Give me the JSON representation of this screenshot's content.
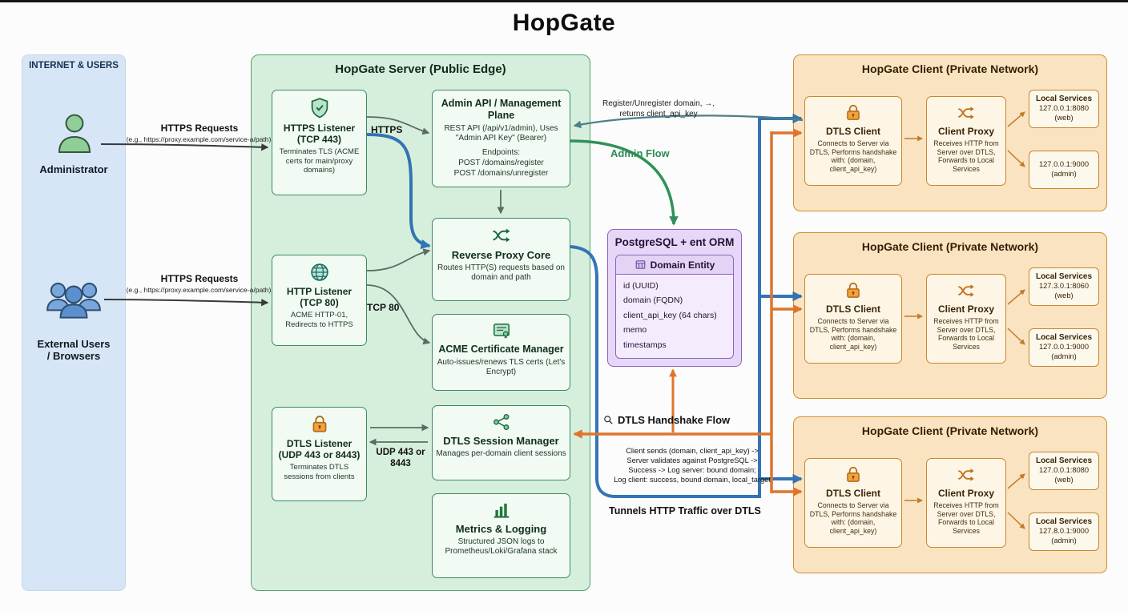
{
  "title": "HopGate",
  "colors": {
    "internet_bg": "#d7e6f7",
    "server_bg": "#d6efdc",
    "server_border": "#53a06e",
    "client_bg": "#fae3c0",
    "client_border": "#cf8f33",
    "postgres_bg": "#e7d7f6",
    "postgres_border": "#8a63c0",
    "blue_flow": "#2a6db2",
    "green_flow": "#2e9158",
    "orange_flow": "#df752c",
    "gray_flow": "#5d6b61"
  },
  "internet": {
    "title": "INTERNET & USERS",
    "administrator_icon": "person-icon",
    "administrator_label": "Administrator",
    "external_users_icon": "user-group-icon",
    "external_users_label": "External Users\n/ Browsers"
  },
  "server": {
    "title": "HopGate Server (Public Edge)",
    "https_listener": {
      "icon": "shield-icon",
      "title": "HTTPS Listener (TCP 443)",
      "desc": "Terminates TLS (ACME certs for main/proxy domains)"
    },
    "http_listener": {
      "icon": "globe-icon",
      "title": "HTTP Listener (TCP 80)",
      "desc": "ACME HTTP-01, Redirects to HTTPS"
    },
    "dtls_listener": {
      "icon": "lock-icon",
      "title": "DTLS Listener (UDP 443 or 8443)",
      "desc": "Terminates DTLS sessions from clients"
    },
    "admin_api": {
      "title": "Admin API / Management Plane",
      "desc": "REST API (/api/v1/admin), Uses \"Admin API Key\" (Bearer)",
      "endpoints_label": "Endpoints:",
      "endpoints": [
        "POST /domains/register",
        "POST /domains/unregister"
      ]
    },
    "reverse_proxy": {
      "icon": "shuffle-icon",
      "title": "Reverse Proxy Core",
      "desc": "Routes HTTP(S) requests based on domain and path"
    },
    "acme_manager": {
      "icon": "certificate-icon",
      "title": "ACME Certificate Manager",
      "desc": "Auto-issues/renews TLS certs (Let's Encrypt)"
    },
    "dtls_session_manager": {
      "icon": "share-nodes-icon",
      "title": "DTLS Session Manager",
      "desc": "Manages per-domain client sessions"
    },
    "metrics": {
      "icon": "bar-chart-icon",
      "title": "Metrics & Logging",
      "desc": "Structured JSON logs to Prometheus/Loki/Grafana stack"
    }
  },
  "postgres": {
    "title": "PostgreSQL + ent ORM",
    "entity_icon": "table-icon",
    "entity_title": "Domain Entity",
    "fields": [
      "id (UUID)",
      "domain (FQDN)",
      "client_api_key (64 chars)",
      "memo",
      "timestamps"
    ]
  },
  "clients": [
    {
      "title": "HopGate Client (Private Network)",
      "dtls_client": {
        "icon": "lock-icon",
        "title": "DTLS Client",
        "desc": "Connects to Server via DTLS, Performs handshake with: (domain, client_api_key)"
      },
      "client_proxy": {
        "icon": "shuffle-icon",
        "title": "Client Proxy",
        "desc": "Receives HTTP from Server over DTLS, Forwards to Local Services"
      },
      "services": [
        {
          "title": "Local Services",
          "addr": "127.0.0.1:8080",
          "kind": "(web)"
        },
        {
          "title": "",
          "addr": "127.0.0.1:9000",
          "kind": "(admin)"
        }
      ]
    },
    {
      "title": "HopGate Client (Private Network)",
      "dtls_client": {
        "icon": "lock-icon",
        "title": "DTLS Client",
        "desc": "Connects to Server via DTLS, Performs handshake with: (domain, client_api_key)"
      },
      "client_proxy": {
        "icon": "shuffle-icon",
        "title": "Client Proxy",
        "desc": "Receives HTTP from Server over DTLS, Forwards to Local Services"
      },
      "services": [
        {
          "title": "Local Services",
          "addr": "127.3.0.1:8060",
          "kind": "(web)"
        },
        {
          "title": "Local Services",
          "addr": "127.0.0.1:9000",
          "kind": "(admin)"
        }
      ]
    },
    {
      "title": "HopGate Client (Private Network)",
      "dtls_client": {
        "icon": "lock-icon",
        "title": "DTLS Client",
        "desc": "Connects to Server via DTLS, Performs handshake with: (domain, client_api_key)"
      },
      "client_proxy": {
        "icon": "shuffle-icon",
        "title": "Client Proxy",
        "desc": "Receives HTTP from Server over DTLS, Forwards to Local Services"
      },
      "services": [
        {
          "title": "Local Services",
          "addr": "127.0.0.1:8080",
          "kind": "(web)"
        },
        {
          "title": "Local Services",
          "addr": "127.8.0.1:9000",
          "kind": "(admin)"
        }
      ]
    }
  ],
  "flows": {
    "admin_request": {
      "title": "HTTPS Requests",
      "example": "(e.g., https://proxy.example.com/service-a/path)"
    },
    "user_request": {
      "title": "HTTPS Requests",
      "example": "(e.g., https://proxy.example.com/service-a/path)"
    },
    "https_label": "HTTPS",
    "tcp80_label": "TCP 80",
    "udp_label": "UDP 443 or 8443",
    "register_label": "Register/Unregister domain, →, returns client_api_key",
    "admin_flow_label": "Admin Flow",
    "dtls_handshake_icon": "magnifier-icon",
    "dtls_handshake_label": "DTLS Handshake Flow",
    "handshake_detail": [
      "Client sends (domain, client_api_key) ->",
      "Server validates against PostgreSQL ->",
      "Success -> Log server: bound domain;",
      "Log client: success, bound domain, local_target"
    ],
    "tunnels_label": "Tunnels HTTP Traffic over DTLS"
  }
}
